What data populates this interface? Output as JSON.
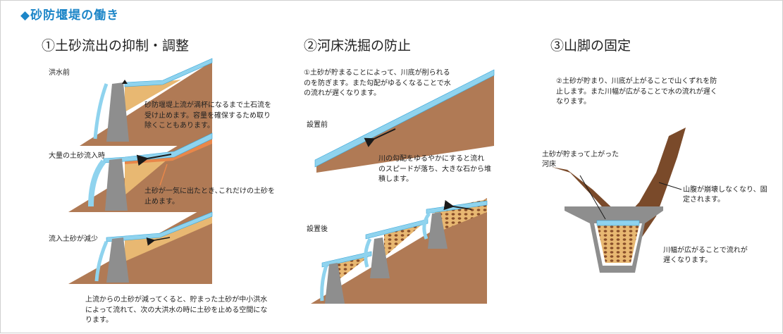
{
  "header": {
    "title": "◆砂防堰堤の働き"
  },
  "sections": [
    {
      "title": "①土砂流出の抑制・調整",
      "stages": [
        {
          "label": "洪水前",
          "note": "砂防堰堤上流が満杯になるまで土石流を受け止めます。容量を確保するため取り除くこともあります。"
        },
        {
          "label": "大量の土砂流入時",
          "note": "土砂が一気に出たとき､これだけの土砂を止めます。"
        },
        {
          "label": "流入土砂が減少",
          "note": "上流からの土砂が減ってくると、貯まった土砂が中小洪水によって流れて、次の大洪水の時に土砂を止める空間になります。"
        }
      ]
    },
    {
      "title": "②河床洗掘の防止",
      "intro": "①土砂が貯まることによって、川底が削られるのを防ぎます。また勾配がゆるくなることで水の流れが遅くなります。",
      "before_label": "設置前",
      "note": "川の勾配をゆるやかにすると流れのスピードが落ち、大きな石から堆積します。",
      "after_label": "設置後"
    },
    {
      "title": "③山脚の固定",
      "intro": "②土砂が貯まり、川底が上がることで山くずれを防止します。また川幅が広がることで水の流れが遅くなります。",
      "label_riverbed": "土砂が貯まって上がった河床",
      "label_slope": "山腹が崩壊しなくなり、固定されます。",
      "label_width": "川幅が広がることで流れが遅くなります。"
    }
  ],
  "colors": {
    "title_blue": "#1d86c8",
    "water": "#8fd3ee",
    "water_edge": "#3aa6d8",
    "soil": "#b07a55",
    "sediment": "#e8b872",
    "dam": "#8e8e8e",
    "mountain": "#7a4a2a"
  }
}
